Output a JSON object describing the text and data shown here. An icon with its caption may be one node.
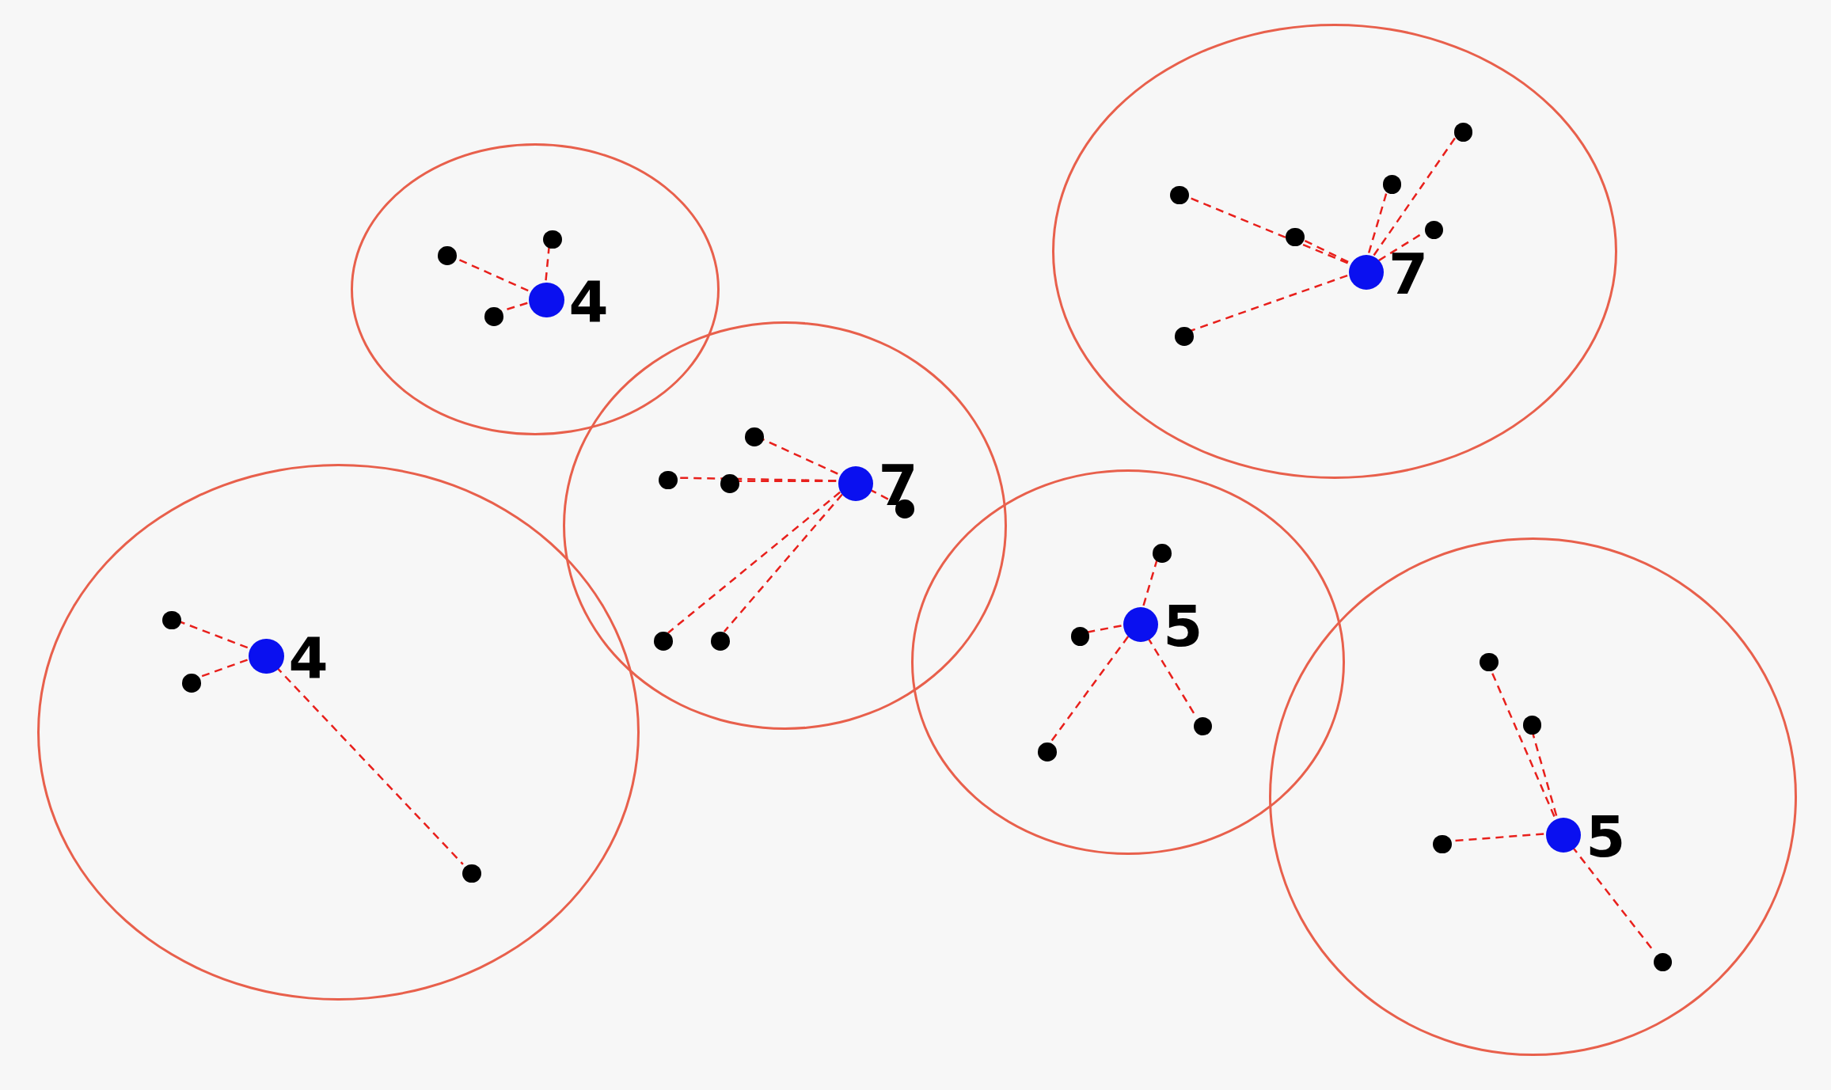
{
  "diagram": {
    "nodes": [
      {
        "text": [],
        "shape": "circle"
      },
      {
        "text": [],
        "shape": "circle",
        "in": 0,
        "beside": [
          "4"
        ]
      },
      {
        "text": [],
        "shape": "circle",
        "in": 0
      },
      {
        "text": [],
        "shape": "circle",
        "in": 0
      },
      {
        "text": [],
        "shape": "circle",
        "in": 0
      },
      {
        "text": [],
        "shape": "circle"
      },
      {
        "text": [],
        "shape": "circle",
        "in": 5,
        "beside": [
          "7"
        ]
      },
      {
        "text": [],
        "shape": "circle",
        "in": 5
      },
      {
        "text": [],
        "shape": "circle",
        "in": 5
      },
      {
        "text": [],
        "shape": "circle",
        "in": 5
      },
      {
        "text": [],
        "shape": "circle",
        "in": 5
      },
      {
        "text": [],
        "shape": "circle",
        "in": 5
      },
      {
        "text": [],
        "shape": "circle",
        "in": 5
      },
      {
        "text": [],
        "shape": "circle"
      },
      {
        "text": [],
        "shape": "circle",
        "in": 13,
        "beside": [
          "7"
        ]
      },
      {
        "text": [],
        "shape": "circle",
        "in": 13
      },
      {
        "text": [],
        "shape": "circle",
        "in": 13
      },
      {
        "text": [],
        "shape": "circle",
        "in": 13
      },
      {
        "text": [],
        "shape": "circle",
        "in": 13
      },
      {
        "text": [],
        "shape": "circle",
        "in": 13
      },
      {
        "text": [],
        "shape": "circle",
        "in": 13
      },
      {
        "text": [],
        "shape": "circle"
      },
      {
        "text": [],
        "shape": "circle",
        "in": 21,
        "beside": [
          "4"
        ]
      },
      {
        "text": [],
        "shape": "circle",
        "in": 21
      },
      {
        "text": [],
        "shape": "circle",
        "in": 21
      },
      {
        "text": [],
        "shape": "circle",
        "in": 21
      },
      {
        "text": [],
        "shape": "circle"
      },
      {
        "text": [],
        "shape": "circle",
        "in": 26,
        "beside": [
          "5"
        ]
      },
      {
        "text": [],
        "shape": "circle",
        "in": 26
      },
      {
        "text": [],
        "shape": "circle",
        "in": 26
      },
      {
        "text": [],
        "shape": "circle",
        "in": 26
      },
      {
        "text": [],
        "shape": "circle",
        "in": 26
      },
      {
        "text": [],
        "shape": "circle"
      },
      {
        "text": [],
        "shape": "circle",
        "in": 32,
        "beside": [
          "5"
        ]
      },
      {
        "text": [],
        "shape": "circle",
        "in": 32
      },
      {
        "text": [],
        "shape": "circle",
        "in": 32
      },
      {
        "text": [],
        "shape": "circle",
        "in": 32
      },
      {
        "text": [],
        "shape": "circle",
        "in": 32
      }
    ],
    "edges": [
      {
        "from": 1,
        "to": 2,
        "arrow": "none",
        "style": "dashed"
      },
      {
        "from": 1,
        "to": 3,
        "arrow": "none",
        "style": "dashed"
      },
      {
        "from": 1,
        "to": 4,
        "arrow": "none",
        "style": "dashed"
      },
      {
        "from": 6,
        "to": 7,
        "arrow": "none",
        "style": "dashed"
      },
      {
        "from": 6,
        "to": 8,
        "arrow": "none",
        "style": "dashed"
      },
      {
        "from": 6,
        "to": 9,
        "arrow": "none",
        "style": "dashed"
      },
      {
        "from": 6,
        "to": 10,
        "arrow": "none",
        "style": "dashed"
      },
      {
        "from": 6,
        "to": 11,
        "arrow": "none",
        "style": "dashed"
      },
      {
        "from": 6,
        "to": 12,
        "arrow": "none",
        "style": "dashed"
      },
      {
        "from": 14,
        "to": 15,
        "arrow": "none",
        "style": "dashed"
      },
      {
        "from": 14,
        "to": 16,
        "arrow": "none",
        "style": "dashed"
      },
      {
        "from": 14,
        "to": 17,
        "arrow": "none",
        "style": "dashed"
      },
      {
        "from": 14,
        "to": 18,
        "arrow": "none",
        "style": "dashed"
      },
      {
        "from": 14,
        "to": 19,
        "arrow": "none",
        "style": "dashed"
      },
      {
        "from": 14,
        "to": 20,
        "arrow": "none",
        "style": "dashed"
      },
      {
        "from": 22,
        "to": 23,
        "arrow": "none",
        "style": "dashed"
      },
      {
        "from": 22,
        "to": 24,
        "arrow": "none",
        "style": "dashed"
      },
      {
        "from": 22,
        "to": 25,
        "arrow": "none",
        "style": "dashed"
      },
      {
        "from": 27,
        "to": 28,
        "arrow": "none",
        "style": "dashed"
      },
      {
        "from": 27,
        "to": 29,
        "arrow": "none",
        "style": "dashed"
      },
      {
        "from": 27,
        "to": 30,
        "arrow": "none",
        "style": "dashed"
      },
      {
        "from": 27,
        "to": 31,
        "arrow": "none",
        "style": "dashed"
      },
      {
        "from": 33,
        "to": 34,
        "arrow": "none",
        "style": "dashed"
      },
      {
        "from": 33,
        "to": 35,
        "arrow": "none",
        "style": "dashed"
      },
      {
        "from": 33,
        "to": 36,
        "arrow": "none",
        "style": "dashed"
      },
      {
        "from": 33,
        "to": 37,
        "arrow": "none",
        "style": "dashed"
      }
    ]
  }
}
